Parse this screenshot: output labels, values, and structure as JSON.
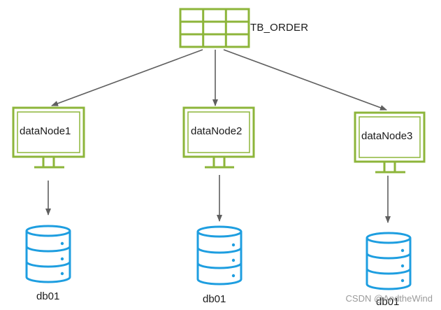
{
  "table": {
    "label": "TB_ORDER",
    "icon": "table-grid-icon"
  },
  "nodes": [
    {
      "label": "dataNode1",
      "icon": "monitor-icon"
    },
    {
      "label": "dataNode2",
      "icon": "monitor-icon"
    },
    {
      "label": "dataNode3",
      "icon": "monitor-icon"
    }
  ],
  "databases": [
    {
      "label": "db01",
      "icon": "database-icon"
    },
    {
      "label": "db01",
      "icon": "database-icon"
    },
    {
      "label": "db01",
      "icon": "database-icon"
    }
  ],
  "watermark": "CSDN @AndtheWind",
  "colors": {
    "green": "#8db53a",
    "blue": "#1e9ee0",
    "arrow": "#5f5f5f"
  }
}
